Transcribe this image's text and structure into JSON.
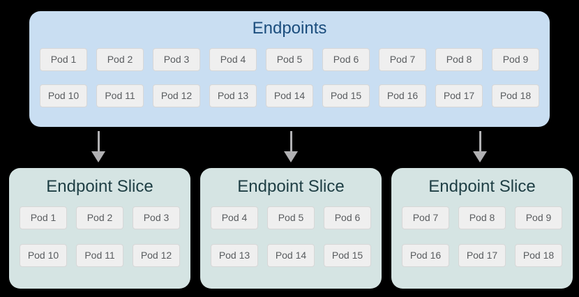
{
  "endpoints": {
    "title": "Endpoints",
    "pods": [
      "Pod 1",
      "Pod 2",
      "Pod 3",
      "Pod 4",
      "Pod 5",
      "Pod 6",
      "Pod 7",
      "Pod 8",
      "Pod 9",
      "Pod 10",
      "Pod 11",
      "Pod 12",
      "Pod 13",
      "Pod 14",
      "Pod 15",
      "Pod 16",
      "Pod 17",
      "Pod 18"
    ]
  },
  "slices": [
    {
      "title": "Endpoint Slice",
      "pods": [
        "Pod 1",
        "Pod 2",
        "Pod 3",
        "Pod 10",
        "Pod 11",
        "Pod 12"
      ]
    },
    {
      "title": "Endpoint Slice",
      "pods": [
        "Pod 4",
        "Pod 5",
        "Pod 6",
        "Pod 13",
        "Pod 14",
        "Pod 15"
      ]
    },
    {
      "title": "Endpoint Slice",
      "pods": [
        "Pod 7",
        "Pod 8",
        "Pod 9",
        "Pod 16",
        "Pod 17",
        "Pod 18"
      ]
    }
  ],
  "colors": {
    "background": "#000000",
    "endpoints_box_fill": "#c9def2",
    "endpoints_title_text": "#1b4d7d",
    "slice_box_fill": "#d5e4e3",
    "slice_title_text": "#1e3e44",
    "pod_fill": "#efefef",
    "pod_border": "#d7d7d7",
    "pod_text": "#595c5f",
    "arrow": "#b1b1b3"
  }
}
